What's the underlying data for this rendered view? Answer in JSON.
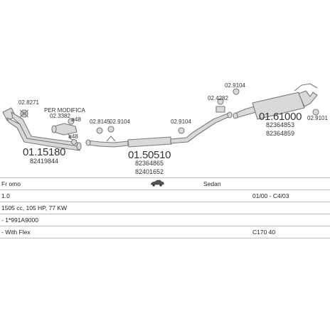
{
  "diagram": {
    "parts": [
      {
        "id": "p1",
        "part_number": "01.15180",
        "oe_ref": "82419844"
      },
      {
        "id": "p2",
        "part_number": "01.50510",
        "oe_ref": "82364865",
        "oe_ref_2": "82401652"
      },
      {
        "id": "p3",
        "part_number": "01.61000",
        "oe_ref": "82364853",
        "oe_ref_2": "82364859"
      }
    ],
    "fittings": {
      "f_0271": "02.8271",
      "f_modifica": "PER MODIFICA",
      "f_3382": "02.3382",
      "f_sub1": "ø48",
      "f_sub2": "ø48",
      "f_8145": "02.8145",
      "f_9104a": "02.9104",
      "f_9104b": "02.9104",
      "f_4282": "02.4282",
      "f_9104c": "02.9104",
      "f_9101": "02.9101"
    },
    "colors": {
      "line": "#7a7a7a",
      "fill": "#d9d9d9",
      "text": "#333333"
    }
  },
  "table": {
    "row1": {
      "model": "Fr omo",
      "icon": "car-sedan-icon",
      "body": "Sedan"
    },
    "row2": {
      "engine": "1.0",
      "dates": "01/00 - C4/03"
    },
    "row3": {
      "spec": "1505 cc, 105 HP, 77 KW"
    },
    "row4": {
      "code": "- 1*991A9000"
    },
    "row5": {
      "option": "- With Flex",
      "code": "C170 40"
    }
  }
}
